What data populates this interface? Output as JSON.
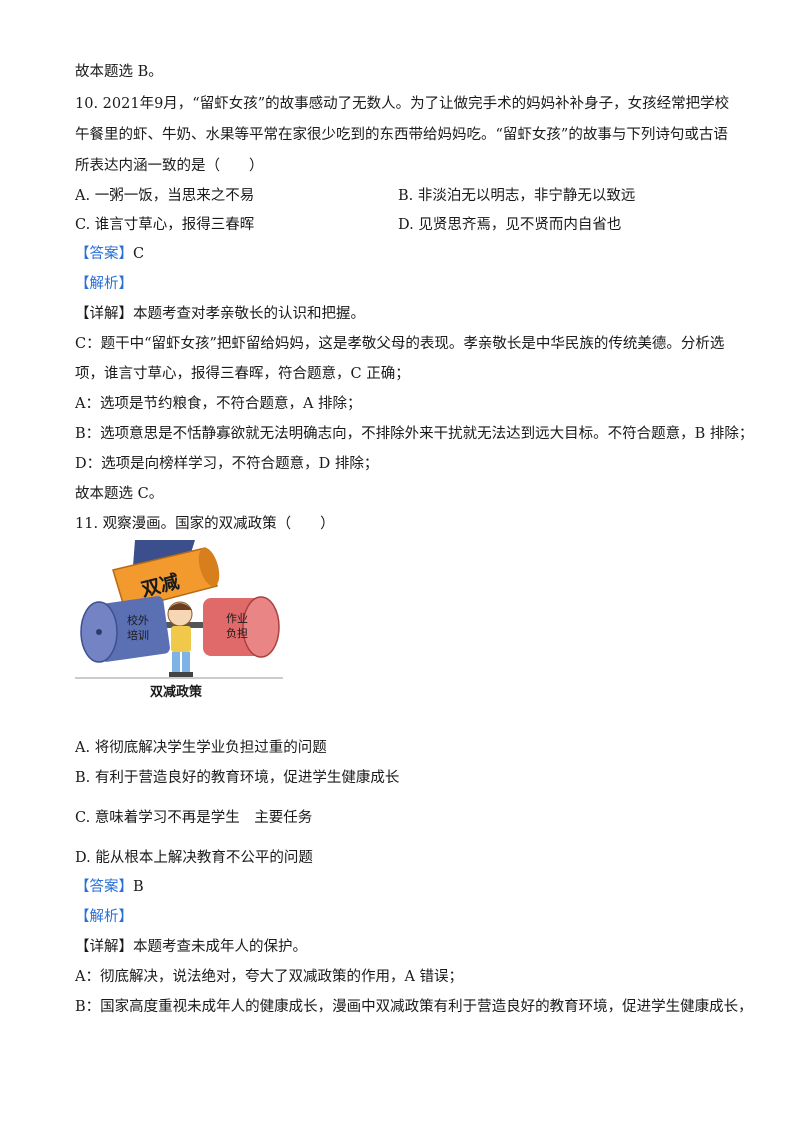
{
  "q10": {
    "prev_conclusion": "故本题选 B。",
    "stem_line1": "10. 2021年9月，“留虾女孩”的故事感动了无数人。为了让做完手术的妈妈补补身子，女孩经常把学校",
    "stem_line2": "午餐里的虾、牛奶、水果等平常在家很少吃到的东西带给妈妈吃。“留虾女孩”的故事与下列诗句或古语",
    "stem_line3": "所表达内涵一致的是（　　）",
    "option_a": "A. 一粥一饭，当思来之不易",
    "option_b": "B. 非淡泊无以明志，非宁静无以致远",
    "option_c": "C. 谁言寸草心，报得三春晖",
    "option_d": "D. 见贤思齐焉，见不贤而内自省也",
    "answer_tag": "【答案】",
    "answer_value": "C",
    "analysis_tag": "【解析】",
    "detail_tag": "【详解】",
    "detail_text": "本题考查对孝亲敬长的认识和把握。",
    "c_line1": "C：题干中“留虾女孩”把虾留给妈妈，这是孝敬父母的表现。孝亲敬长是中华民族的传统美德。分析选",
    "c_line2": "项，谁言寸草心，报得三春晖，符合题意，C 正确；",
    "a_line": "A：选项是节约粮食，不符合题意，A 排除；",
    "b_line": "B：选项意思是不恬静寡欲就无法明确志向，不排除外来干扰就无法达到远大目标。不符合题意，B 排除；",
    "d_line": "D：选项是向榜样学习，不符合题意，D 排除；",
    "conclusion": "故本题选 C。"
  },
  "q11": {
    "stem": "11. 观察漫画。国家的双减政策（　　）",
    "cartoon": {
      "top_label": "双减",
      "left_weight": "校外培训",
      "right_weight": "作业负担",
      "caption": "双减政策"
    },
    "option_a": "A. 将彻底解决学生学业负担过重的问题",
    "option_b": "B. 有利于营造良好的教育环境，促进学生健康成长",
    "option_c": "C. 意味着学习不再是学生　主要任务",
    "option_d": "D. 能从根本上解决教育不公平的问题",
    "answer_tag": "【答案】",
    "answer_value": "B",
    "analysis_tag": "【解析】",
    "detail_tag": "【详解】",
    "detail_text": "本题考查未成年人的保护。",
    "a_line": "A：彻底解决，说法绝对，夸大了双减政策的作用，A 错误；",
    "b_line": "B：国家高度重视未成年人的健康成长，漫画中双减政策有利于营造良好的教育环境，促进学生健康成长，"
  },
  "colors": {
    "tag": "#2a6fd6",
    "orange": "#f29a2e",
    "blue": "#5b6fb3",
    "red": "#e06a6a"
  }
}
